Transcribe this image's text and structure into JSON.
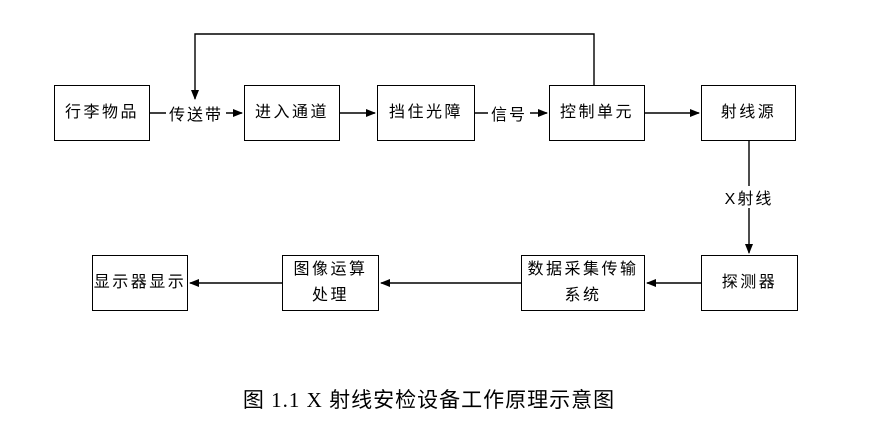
{
  "diagram": {
    "caption": "图 1.1 X 射线安检设备工作原理示意图",
    "colors": {
      "line": "#000000",
      "background": "#ffffff",
      "text": "#000000"
    },
    "nodes": [
      {
        "id": "luggage",
        "lines": [
          "行李物品"
        ]
      },
      {
        "id": "enter-channel",
        "lines": [
          "进入通道"
        ]
      },
      {
        "id": "block-barrier",
        "lines": [
          "挡住光障"
        ]
      },
      {
        "id": "control-unit",
        "lines": [
          "控制单元"
        ]
      },
      {
        "id": "ray-source",
        "lines": [
          "射线源"
        ]
      },
      {
        "id": "detector",
        "lines": [
          "探测器"
        ]
      },
      {
        "id": "data-acquisition",
        "lines": [
          "数据采集传输",
          "系统"
        ]
      },
      {
        "id": "image-processing",
        "lines": [
          "图像运算",
          "处理"
        ]
      },
      {
        "id": "display",
        "lines": [
          "显示器显示"
        ]
      }
    ],
    "edge_labels": [
      {
        "id": "conveyor-belt",
        "label": "传送带"
      },
      {
        "id": "signal",
        "label": "信号"
      },
      {
        "id": "x-ray",
        "label": "X射线"
      }
    ]
  }
}
